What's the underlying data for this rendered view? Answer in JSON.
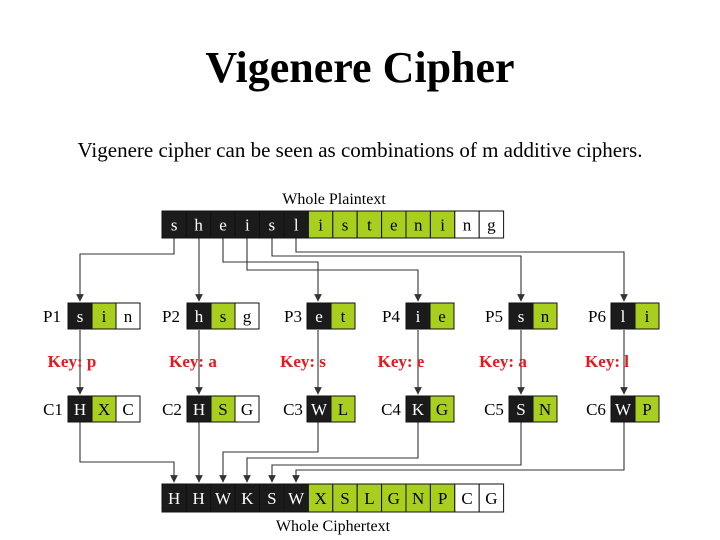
{
  "title": "Vigenere Cipher",
  "subtitle": "Vigenere cipher can be seen as combinations of m additive ciphers.",
  "diagram": {
    "plaintext_label": "Whole Plaintext",
    "ciphertext_label": "Whole  Ciphertext",
    "plaintext": [
      "s",
      "h",
      "e",
      "i",
      "s",
      "l",
      "i",
      "s",
      "t",
      "e",
      "n",
      "i",
      "n",
      "g"
    ],
    "ciphertext": [
      "H",
      "H",
      "W",
      "K",
      "S",
      "W",
      "X",
      "S",
      "L",
      "G",
      "N",
      "P",
      "C",
      "G"
    ],
    "colors": {
      "black": "#1b1b1b",
      "green": "#a9cf1e",
      "white": "#ffffff",
      "key": "#e8171b",
      "line": "#333333"
    },
    "groups": [
      {
        "p_label": "P1",
        "plain": [
          "s",
          "i",
          "n"
        ],
        "key": "Key: p",
        "c_label": "C1",
        "cipher": [
          "H",
          "X",
          "C"
        ]
      },
      {
        "p_label": "P2",
        "plain": [
          "h",
          "s",
          "g"
        ],
        "key": "Key: a",
        "c_label": "C2",
        "cipher": [
          "H",
          "S",
          "G"
        ]
      },
      {
        "p_label": "P3",
        "plain": [
          "e",
          "t"
        ],
        "key": "Key: s",
        "c_label": "C3",
        "cipher": [
          "W",
          "L"
        ]
      },
      {
        "p_label": "P4",
        "plain": [
          "i",
          "e"
        ],
        "key": "Key: e",
        "c_label": "C4",
        "cipher": [
          "K",
          "G"
        ]
      },
      {
        "p_label": "P5",
        "plain": [
          "s",
          "n"
        ],
        "key": "Key: a",
        "c_label": "C5",
        "cipher": [
          "S",
          "N"
        ]
      },
      {
        "p_label": "P6",
        "plain": [
          "l",
          "i"
        ],
        "key": "Key: l",
        "c_label": "C6",
        "cipher": [
          "W",
          "P"
        ]
      }
    ]
  }
}
